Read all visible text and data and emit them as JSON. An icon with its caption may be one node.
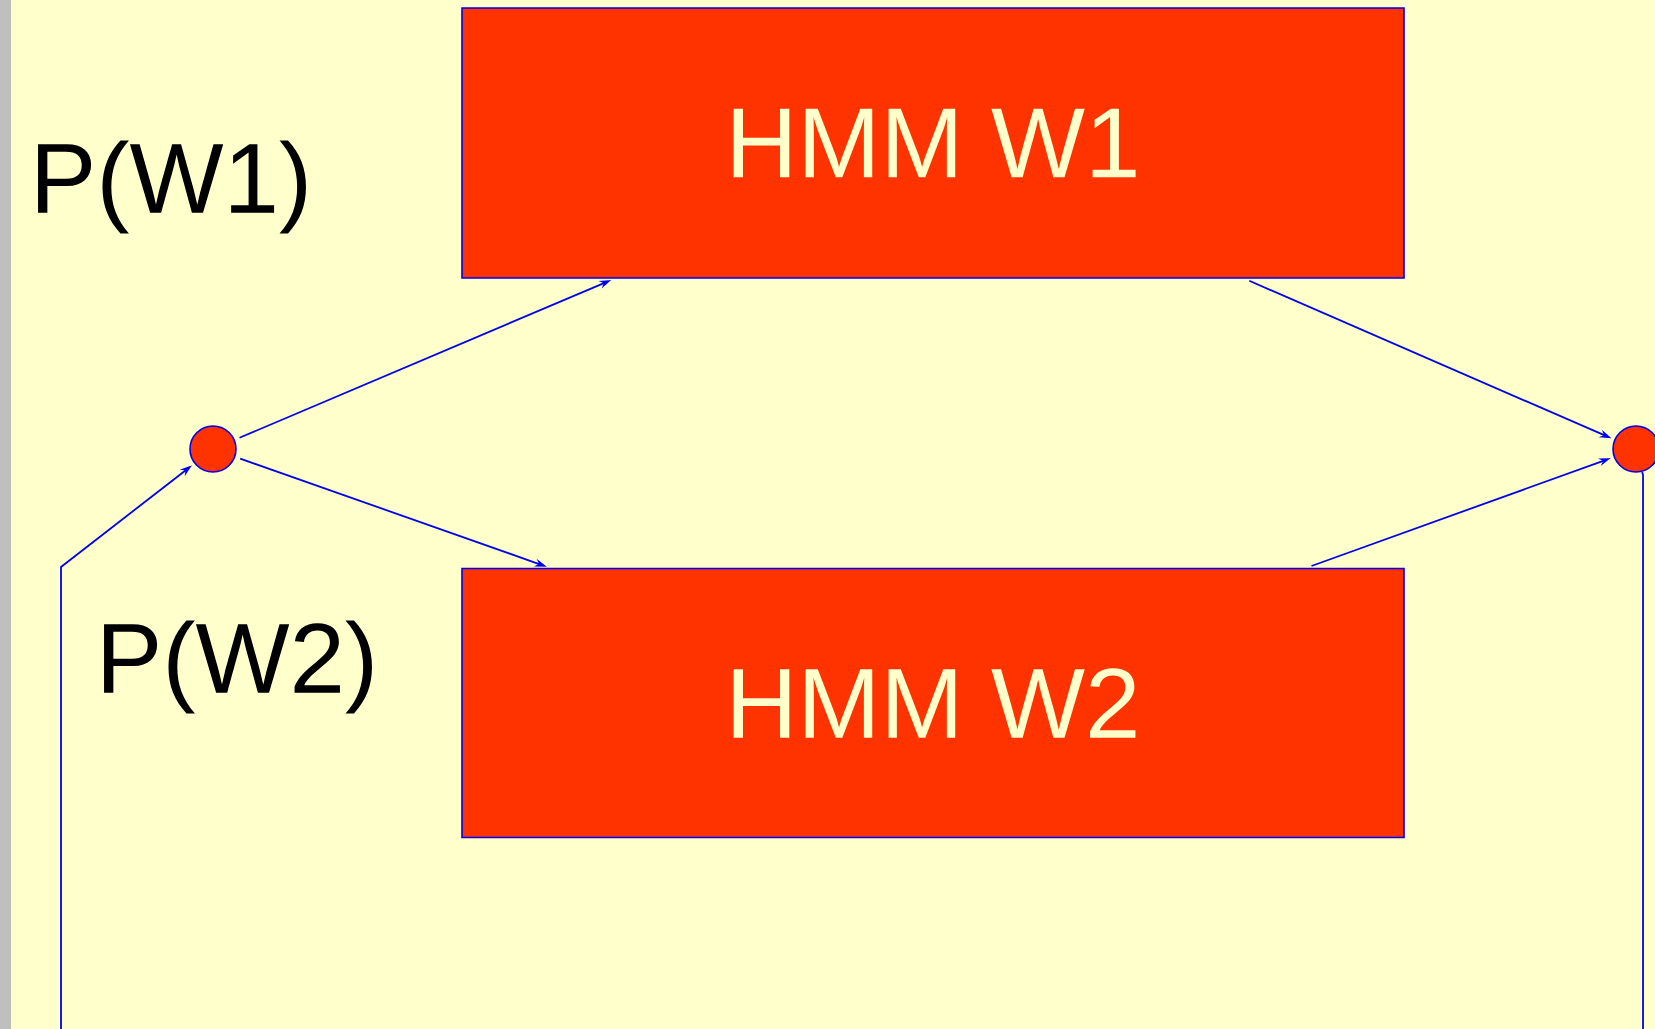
{
  "diagram": {
    "nodes": [
      {
        "text": [
          "HMM W1"
        ]
      },
      {
        "text": [
          "HMM W2"
        ]
      },
      {
        "text": [],
        "shape": "circle"
      },
      {
        "text": [],
        "shape": "circle"
      }
    ],
    "edges": [
      {
        "from": null,
        "to": 2,
        "arrow": "to"
      },
      {
        "from": 2,
        "to": 0,
        "arrow": "to",
        "label": "P(W1)"
      },
      {
        "from": 2,
        "to": 1,
        "arrow": "to",
        "label": "P(W2)"
      },
      {
        "from": 0,
        "to": 3,
        "arrow": "to"
      },
      {
        "from": 1,
        "to": 3,
        "arrow": "to"
      },
      {
        "from": 3,
        "to": null,
        "arrow": "none"
      }
    ]
  }
}
